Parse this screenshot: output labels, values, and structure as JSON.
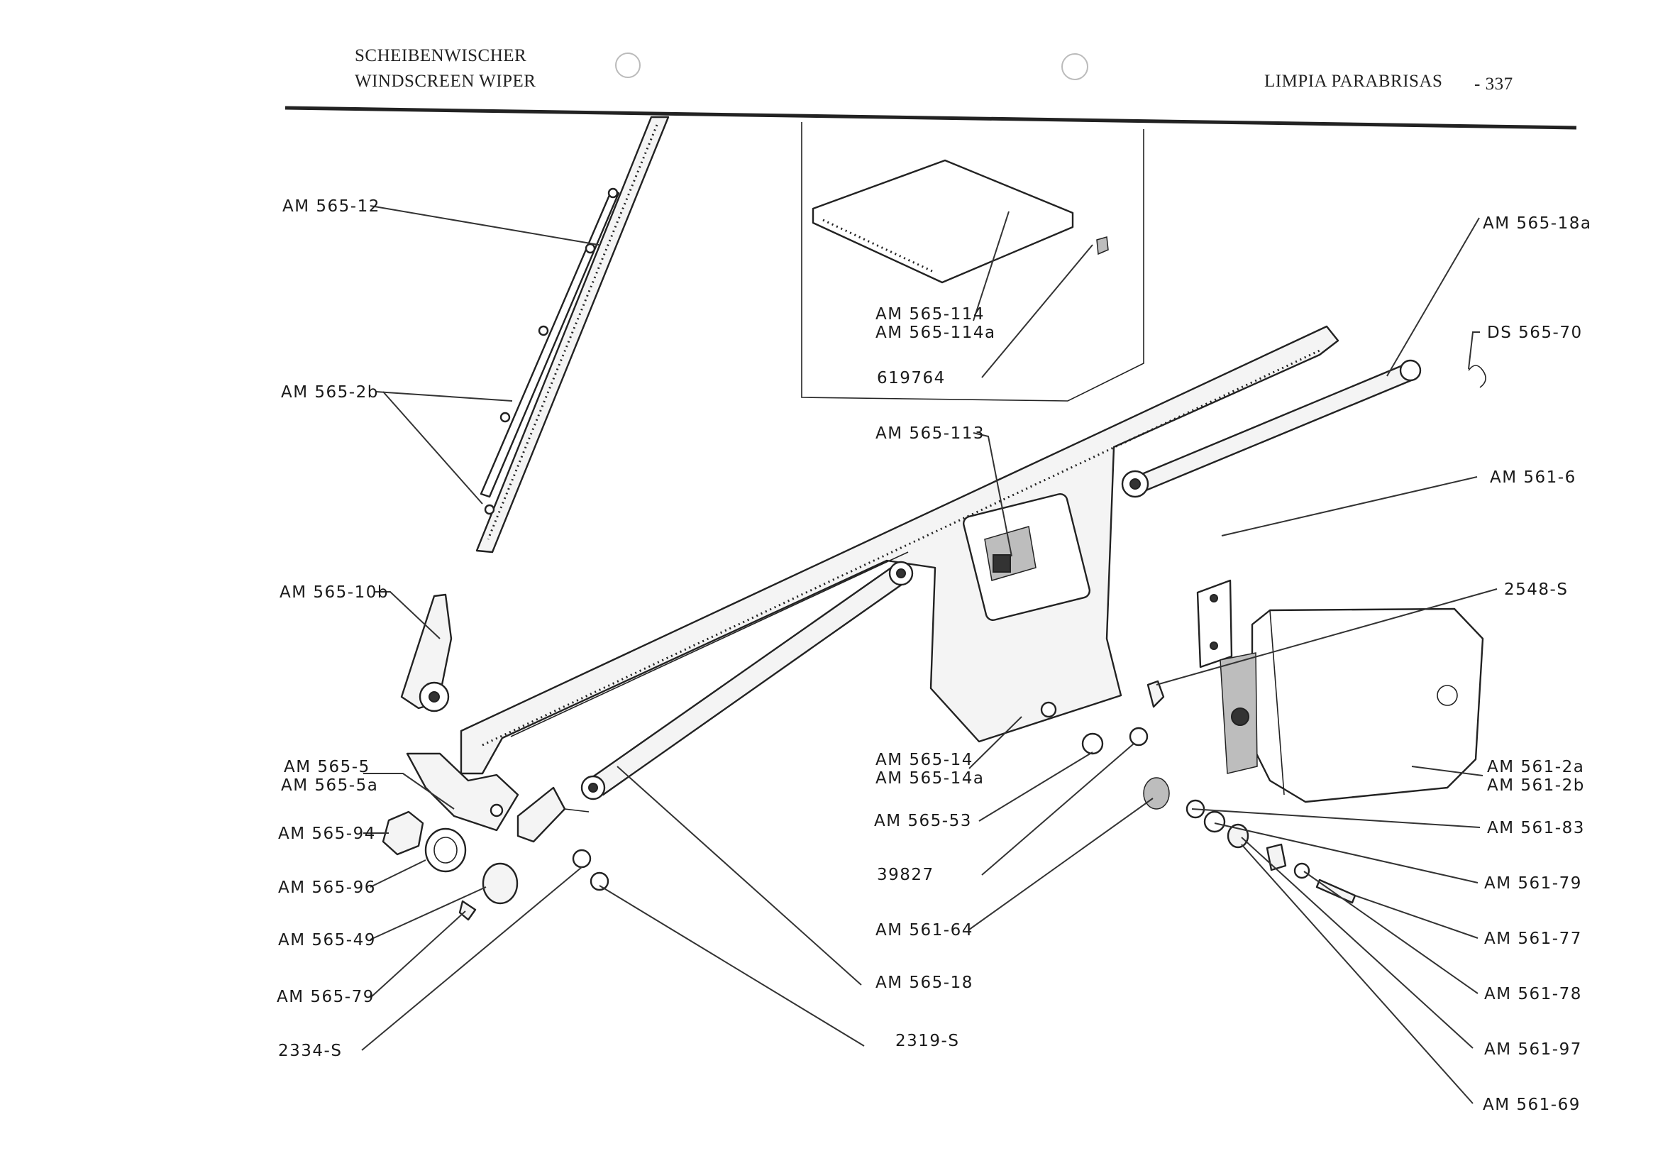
{
  "header": {
    "title_de": "SCHEIBENWISCHER",
    "title_en": "WINDSCREEN WIPER",
    "title_es": "LIMPIA PARABRISAS",
    "page_number": "- 337"
  },
  "parts": {
    "am565_12": "AM 565-12",
    "am565_2b": "AM 565-2b",
    "am565_10b": "AM 565-10b",
    "am565_5": "AM 565-5",
    "am565_5a": "AM 565-5a",
    "am565_94": "AM 565-94",
    "am565_96": "AM 565-96",
    "am565_49": "AM 565-49",
    "am565_79": "AM 565-79",
    "p2334s": "2334-S",
    "p2319s": "2319-S",
    "am565_18": "AM 565-18",
    "am565_114": "AM 565-114",
    "am565_114a": "AM 565-114a",
    "p619764": "619764",
    "am565_113": "AM 565-113",
    "am565_14": "AM 565-14",
    "am565_14a": "AM 565-14a",
    "am565_53": "AM 565-53",
    "p39827": "39827",
    "am561_64": "AM 561-64",
    "am565_18a": "AM 565-18a",
    "ds565_70": "DS 565-70",
    "am561_6": "AM 561-6",
    "p2548s": "2548-S",
    "am561_2a": "AM 561-2a",
    "am561_2b": "AM 561-2b",
    "am561_83": "AM 561-83",
    "am561_79": "AM 561-79",
    "am561_77": "AM 561-77",
    "am561_78": "AM 561-78",
    "am561_97": "AM 561-97",
    "am561_69": "AM 561-69"
  }
}
